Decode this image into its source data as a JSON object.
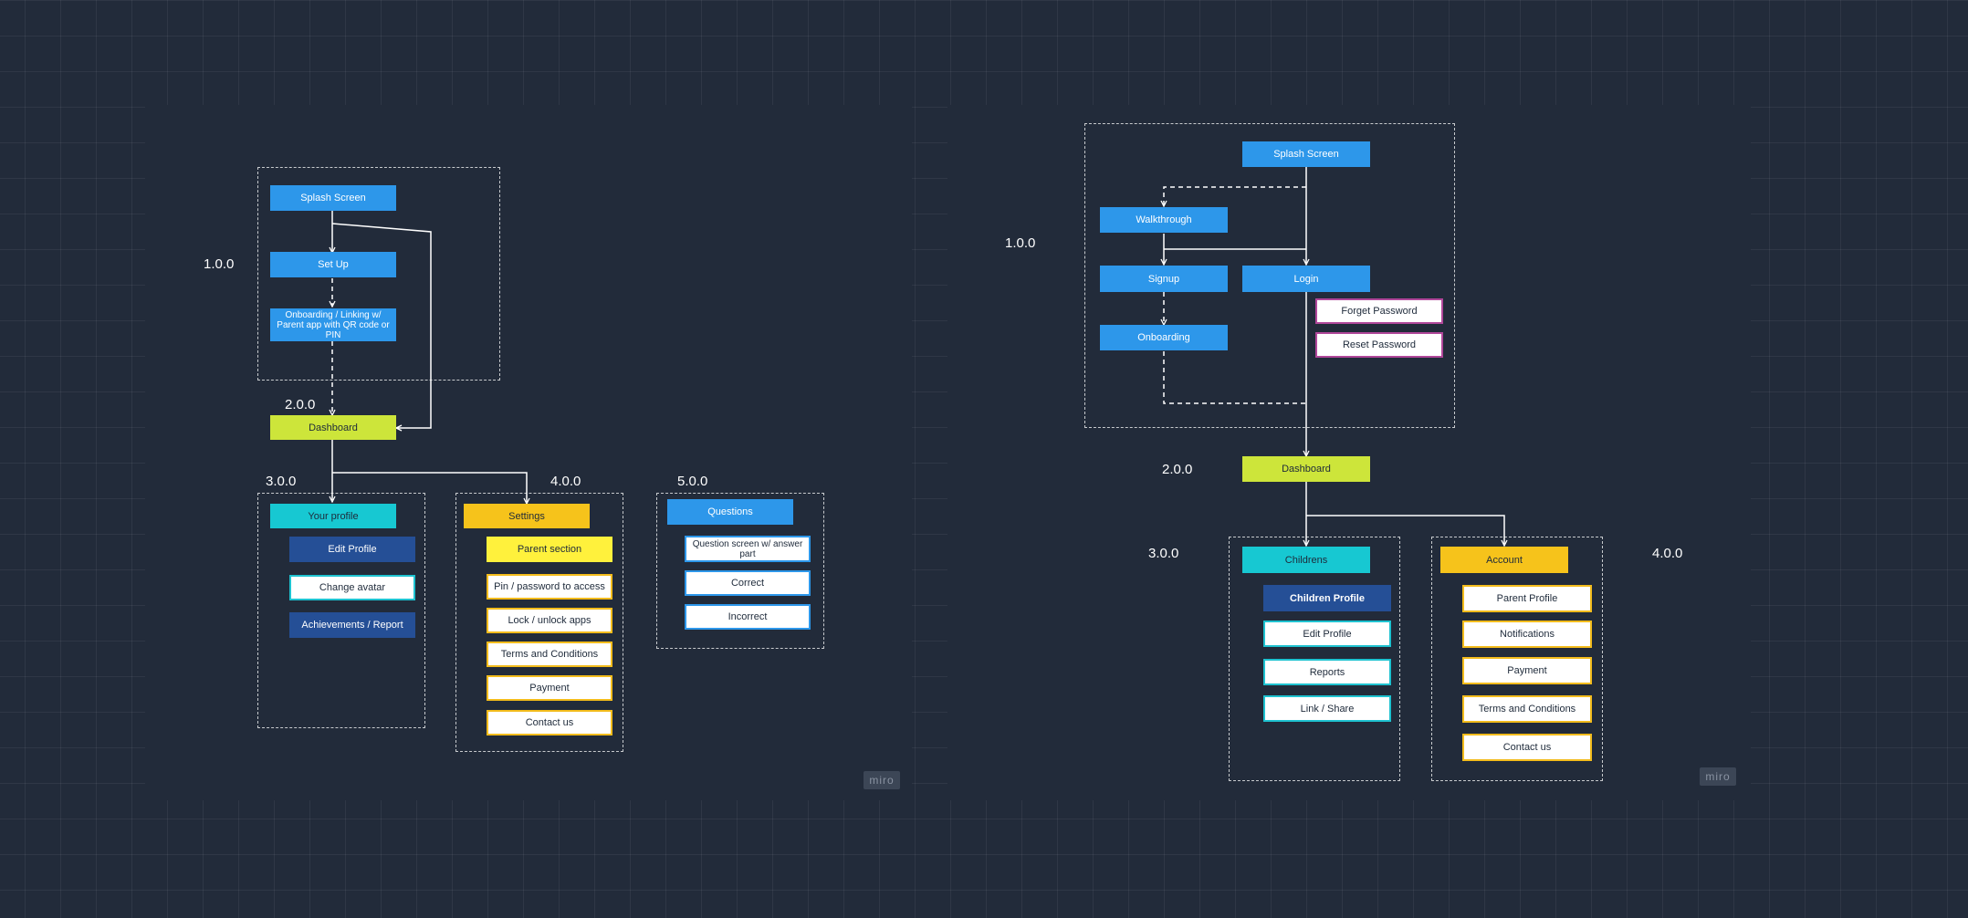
{
  "left_flow": {
    "versions": {
      "v1": "1.0.0",
      "v2": "2.0.0",
      "v3": "3.0.0",
      "v4": "4.0.0",
      "v5": "5.0.0"
    },
    "splash": "Splash Screen",
    "setup": "Set Up",
    "onboarding": "Onboarding / Linking w/ Parent app with QR code or PIN",
    "dashboard": "Dashboard",
    "profile": {
      "title": "Your profile",
      "items": [
        "Edit Profile",
        "Change avatar",
        "Achievements / Report"
      ]
    },
    "settings": {
      "title": "Settings",
      "items": [
        "Parent section",
        "Pin / password to access",
        "Lock / unlock apps",
        "Terms and Conditions",
        "Payment",
        "Contact us"
      ]
    },
    "questions": {
      "title": "Questions",
      "items": [
        "Question screen w/ answer part",
        "Correct",
        "Incorrect"
      ]
    }
  },
  "right_flow": {
    "versions": {
      "v1": "1.0.0",
      "v2": "2.0.0",
      "v3": "3.0.0",
      "v4": "4.0.0"
    },
    "splash": "Splash Screen",
    "walkthrough": "Walkthrough",
    "signup": "Signup",
    "login": "Login",
    "onboarding": "Onboarding",
    "forget_password": "Forget Password",
    "reset_password": "Reset Password",
    "dashboard": "Dashboard",
    "childrens": {
      "title": "Childrens",
      "items": [
        "Children Profile",
        "Edit Profile",
        "Reports",
        "Link / Share"
      ]
    },
    "account": {
      "title": "Account",
      "items": [
        "Parent Profile",
        "Notifications",
        "Payment",
        "Terms and Conditions",
        "Contact us"
      ]
    }
  },
  "watermark": "miro",
  "colors": {
    "background": "#222b3a",
    "primary_blue": "#2d97ea",
    "navy": "#254f96",
    "lime": "#cde53a",
    "cyan": "#17c8d2",
    "amber": "#f6c31b",
    "yellow": "#fff13c",
    "pink_border": "#b0479a"
  }
}
